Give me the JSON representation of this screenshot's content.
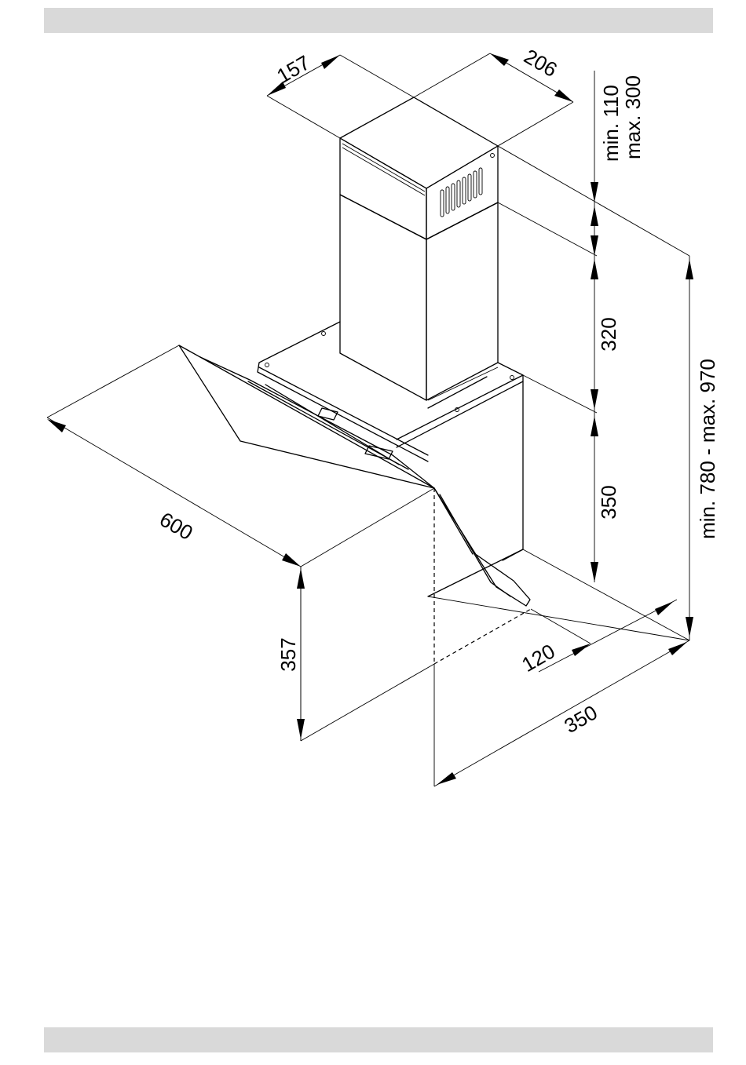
{
  "dimensions": {
    "chimney_depth": "157",
    "chimney_width": "206",
    "top_adjust_min": "min. 110",
    "top_adjust_max": "max. 300",
    "upper_chimney_height": "320",
    "lower_body_height": "350",
    "total_height": "min. 780 - max. 970",
    "canopy_width": "600",
    "front_height": "357",
    "bottom_offset": "120",
    "overall_depth": "350"
  },
  "colors": {
    "header_bar": "#d9d9d9",
    "line": "#000000"
  }
}
